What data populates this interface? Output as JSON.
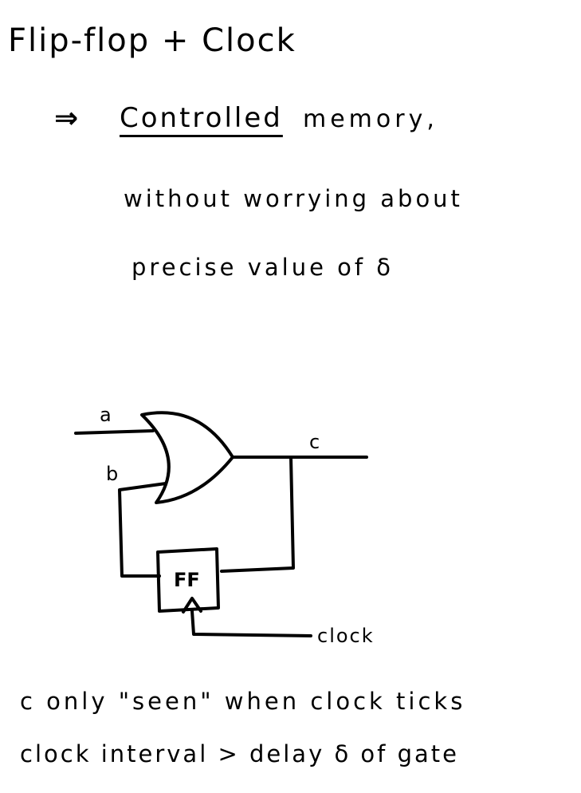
{
  "title": "Flip-flop + Clock",
  "implies_symbol": "⇒",
  "controlled": "Controlled",
  "memory": "memory,",
  "line3": "without worrying about",
  "line4": "precise value of δ",
  "diagram": {
    "input_a": "a",
    "input_b": "b",
    "output_c": "c",
    "ff_label": "FF",
    "clock_label": "clock"
  },
  "line5": "c only \"seen\" when clock ticks",
  "line6": "clock interval > delay δ of gate"
}
